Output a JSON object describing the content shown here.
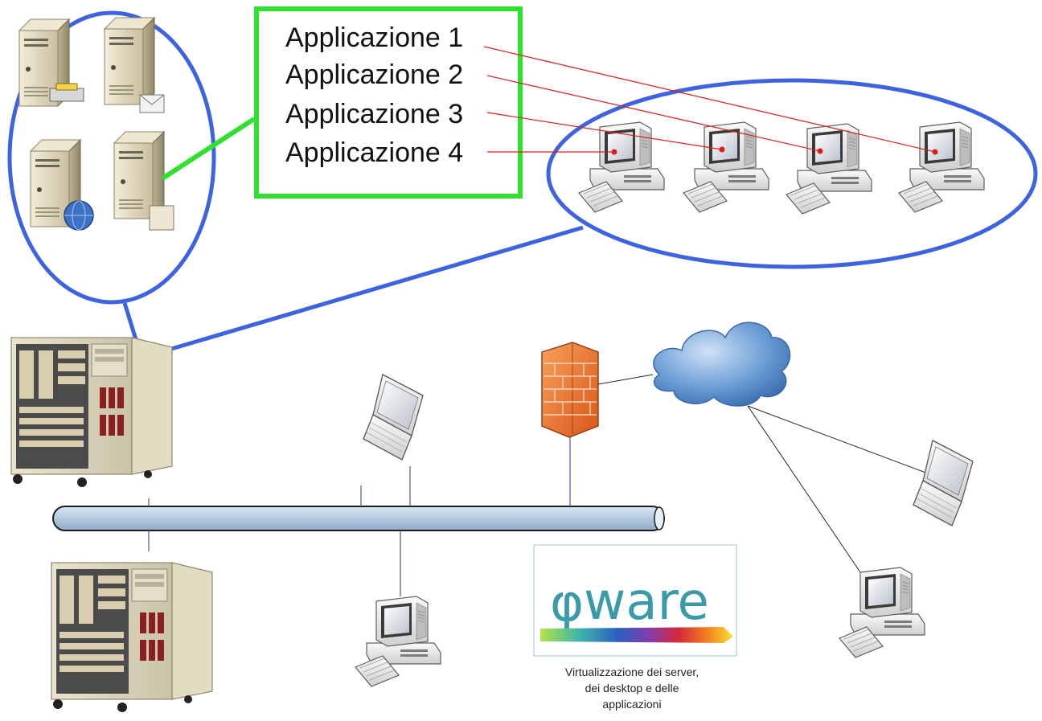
{
  "applications": [
    {
      "label": "Applicazione 1"
    },
    {
      "label": "Applicazione 2"
    },
    {
      "label": "Applicazione 3"
    },
    {
      "label": "Applicazione 4"
    }
  ],
  "logo": {
    "symbol": "φ",
    "word": "ware",
    "color": "#3a9aa8"
  },
  "caption": {
    "line1": "Virtualizzazione dei server,",
    "line2": "dei desktop e delle",
    "line3": "applicazioni"
  },
  "colors": {
    "highlight_ellipse": "#3d63e0",
    "app_box": "#2fe02f",
    "app_link": "#e11b1b",
    "network_bus": "#b8cfe6",
    "firewall": "#f07a2a",
    "cloud": "#5b8fd0"
  },
  "icons": {
    "servers": "server-tower-icon",
    "workstations": "desktop-computer-icon",
    "laptops": "laptop-icon",
    "firewall": "firewall-icon",
    "internet": "cloud-icon"
  }
}
